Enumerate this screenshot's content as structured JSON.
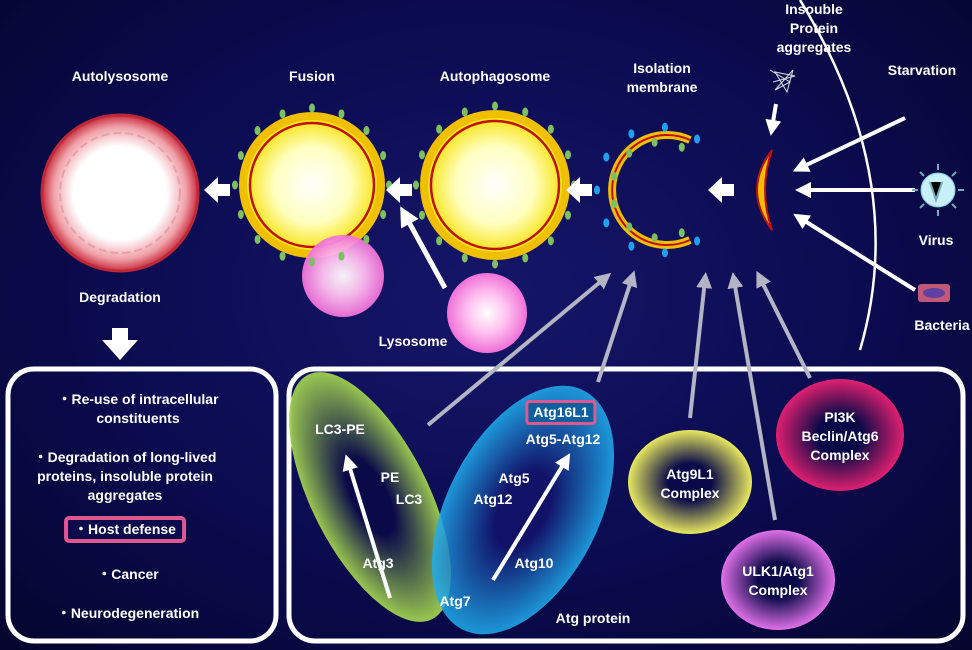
{
  "stages": {
    "autolysosome": "Autolysosome",
    "fusion": "Fusion",
    "autophagosome": "Autophagosome",
    "isolation_membrane": [
      "Isolation",
      "membrane"
    ],
    "degradation": "Degradation",
    "lysosome": "Lysosome"
  },
  "inducers": {
    "aggregates": [
      "Insouble",
      "Protein",
      "aggregates"
    ],
    "starvation": "Starvation",
    "virus": "Virus",
    "bacteria": "Bacteria"
  },
  "outcomes": [
    [
      "・Re-use of  intracellular",
      "constituents"
    ],
    [
      "・Degradation of long-lived",
      "proteins, insoluble protein",
      "aggregates"
    ],
    [
      "・Host defense"
    ],
    [
      "・Cancer"
    ],
    [
      "・Neurodegeneration"
    ]
  ],
  "atg": {
    "lc3_pe": "LC3-PE",
    "pe": "PE",
    "lc3": "LC3",
    "atg3": "Atg3",
    "atg7": "Atg7",
    "atg16l1": "Atg16L1",
    "atg5_atg12": "Atg5-Atg12",
    "atg5": "Atg5",
    "atg12": "Atg12",
    "atg10": "Atg10",
    "label": "Atg protein"
  },
  "complexes": {
    "atg9": [
      "Atg9L1",
      "Complex"
    ],
    "pi3k": [
      "PI3K",
      "Beclin/Atg6",
      "Complex"
    ],
    "ulk1": [
      "ULK1/Atg1",
      "Complex"
    ]
  }
}
